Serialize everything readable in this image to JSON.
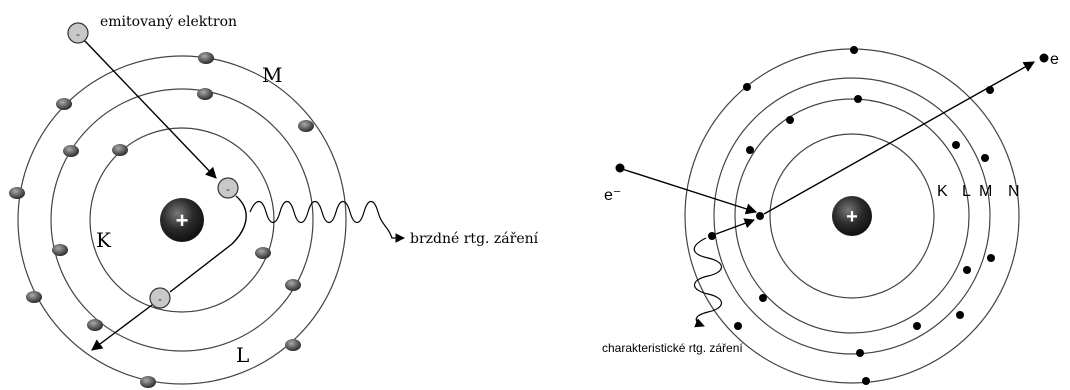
{
  "left": {
    "emitted_label": "emitovaný elektron",
    "shell_labels": [
      "K",
      "L",
      "M"
    ],
    "brems_label": "brzdné rtg. záření",
    "nucleus_sign": "+"
  },
  "right": {
    "incoming_label": "e⁻",
    "outgoing_label": "e",
    "shell_labels": [
      "K",
      "L",
      "M",
      "N"
    ],
    "char_label": "charakteristické rtg. záření",
    "nucleus_sign": "+"
  },
  "colors": {
    "line": "#000000",
    "orbit": "#444444",
    "nucleus": "#2b2b2b",
    "electron_fill": "#c8c8c8"
  }
}
